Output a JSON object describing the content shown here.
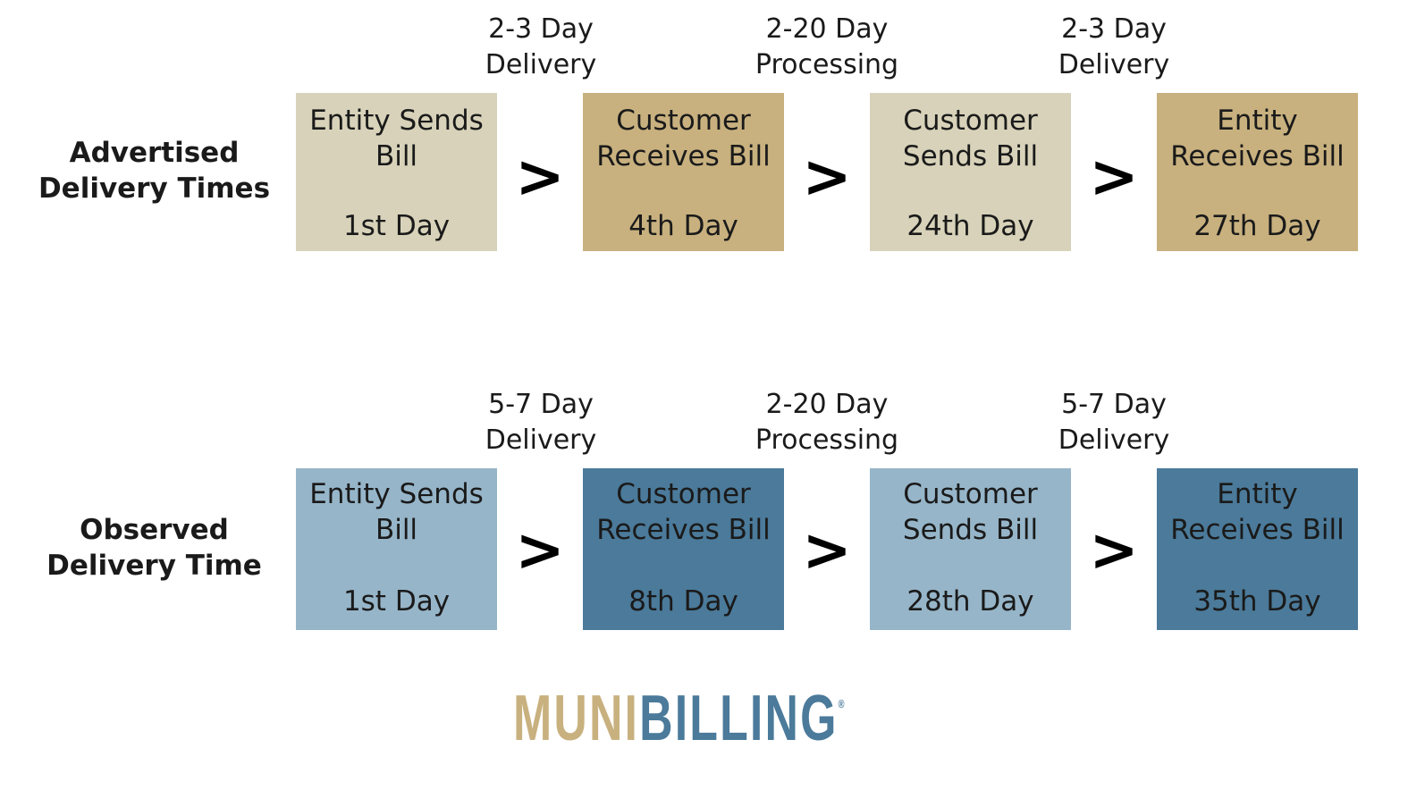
{
  "colors": {
    "advertised_light": "#d7d2b9",
    "advertised_dark": "#c8b17f",
    "observed_light": "#96b5c9",
    "observed_dark": "#4b7a9a",
    "logo_muni": "#c8b17f",
    "logo_billing": "#4b7a9a"
  },
  "arrow_symbol": ">",
  "rows": [
    {
      "label": [
        "Advertised",
        "Delivery Times"
      ],
      "step_labels": [
        [
          "2-3 Day",
          "Delivery"
        ],
        [
          "2-20 Day",
          "Processing"
        ],
        [
          "2-3 Day",
          "Delivery"
        ]
      ],
      "boxes": [
        {
          "name": [
            "Entity Sends",
            "Bill"
          ],
          "day": "1st Day"
        },
        {
          "name": [
            "Customer",
            "Receives Bill"
          ],
          "day": "4th Day"
        },
        {
          "name": [
            "Customer",
            "Sends Bill"
          ],
          "day": "24th Day"
        },
        {
          "name": [
            "Entity",
            "Receives Bill"
          ],
          "day": "27th Day"
        }
      ]
    },
    {
      "label": [
        "Observed",
        "Delivery Time"
      ],
      "step_labels": [
        [
          "5-7 Day",
          "Delivery"
        ],
        [
          "2-20 Day",
          "Processing"
        ],
        [
          "5-7 Day",
          "Delivery"
        ]
      ],
      "boxes": [
        {
          "name": [
            "Entity Sends",
            "Bill"
          ],
          "day": "1st Day"
        },
        {
          "name": [
            "Customer",
            "Receives Bill"
          ],
          "day": "8th Day"
        },
        {
          "name": [
            "Customer",
            "Sends Bill"
          ],
          "day": "28th Day"
        },
        {
          "name": [
            "Entity",
            "Receives Bill"
          ],
          "day": "35th Day"
        }
      ]
    }
  ],
  "logo": {
    "part1": "MUNI",
    "part2": "BILLING",
    "reg": "®"
  }
}
